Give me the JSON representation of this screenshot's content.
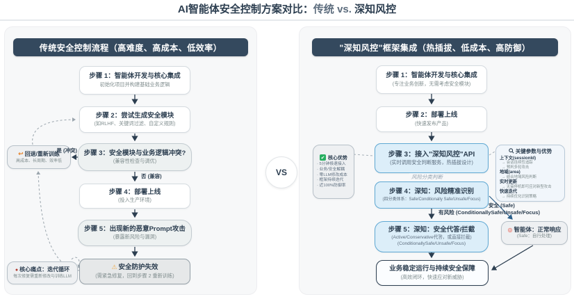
{
  "title": {
    "prefix": "AI智能体安全控制方案对比：",
    "muted": "传统 vs. ",
    "highlight": "深知风控"
  },
  "vs_label": "VS",
  "colors": {
    "navy": "#34495e",
    "blue_fill": "#dceef9",
    "blue_border": "#5fa8d3",
    "green": "#27ae60",
    "warning": "#f0ad4e",
    "red": "#b03a2e"
  },
  "icons": {
    "warning": "⚠",
    "rollback": "↩",
    "pain": "●",
    "agent": "◎",
    "check": "✔",
    "search": "search-magnifier"
  },
  "left": {
    "header": "传统安全控制流程（高难度、高成本、低效率）",
    "steps": [
      {
        "title": "步骤 1：智能体开发与核心集成",
        "subtitle": "初始化项目并构建基础业务逻辑"
      },
      {
        "title": "步骤 2：尝试生成安全模块",
        "subtitle": "(如RLHF、关键词过滤、自定义规则)"
      },
      {
        "title": "步骤 3：安全模块与业务逻辑冲突?",
        "subtitle": "(兼容性检查与调优)"
      },
      {
        "title": "步骤 4：部署上线",
        "subtitle": "(投入生产环境)"
      },
      {
        "title": "步骤 5：出现新的恶意Prompt攻击",
        "subtitle": "(暴露新风险与漏洞)"
      }
    ],
    "fail_box": {
      "title": "安全防护失效",
      "subtitle": "(需紧急修复，回到步骤 2 重新训练)"
    },
    "rollback_box": {
      "title": "回退/重新训练",
      "subtitle": "高成本、长周期、效率低"
    },
    "pain_box": {
      "title": "核心痛点：迭代循环",
      "subtitle": "每次修复需重新修改与训练LLM"
    },
    "edge_labels": {
      "conflict": "是 (冲突)",
      "compatible": "否 (兼容)"
    }
  },
  "right": {
    "header": "\"深知风控\"框架集成（热插拔、低成本、高防御）",
    "steps": [
      {
        "title": "步骤 1：智能体开发与核心集成",
        "subtitle": "(专注业务创新，无需考虑安全模块)"
      },
      {
        "title": "步骤 2：部署上线",
        "subtitle": "(快速发布产品)"
      },
      {
        "title": "步骤 3：接入\"深知风控\"API",
        "subtitle": "(实时调用安全判断服务，热插拔设计)"
      },
      {
        "title": "步骤 4：深知：风险精准识别",
        "subtitle": "(四分类体系：Safe/Conditionally Safe/Unsafe/Focus)"
      },
      {
        "title": "步骤 5：深知：安全代答/拦截",
        "subtitle": "(Active/Conservative代答，或直接拦截)",
        "subtitle2": "(ConditionallySafe/Unsafe/Focus)"
      }
    ],
    "advantage_box": {
      "title": "核心优势",
      "items": [
        "5分钟极速接入",
        "业务/安全解耦",
        "零LLM修改成本",
        "框架持续迭代",
        "近100%防御率"
      ]
    },
    "params_box": {
      "title": "关键参数与优势",
      "sections": [
        {
          "name": "上下文(sessionId)",
          "points": [
            "会话连续性追踪",
            "预判多轮攻击"
          ]
        },
        {
          "name": "地域(area)",
          "points": [
            "结合地域风险判断"
          ]
        },
        {
          "name": "实时更新",
          "points": [
            "无需停机即可应对新型攻击"
          ]
        },
        {
          "name": "快速迭代",
          "points": [
            "持续优化识别策略"
          ]
        }
      ]
    },
    "agent_box": {
      "title": "智能体：正常响应",
      "subtitle": "(Safe：自行处理)"
    },
    "final_box": {
      "title": "业务稳定运行与持续安全保障",
      "subtitle": "(高效闭环，快速应对新威胁)"
    },
    "edge_labels": {
      "branch": "风险分类判断",
      "safe": "安全 (Safe)",
      "risky": "有风险 (ConditionallySafe/Unsafe/Focus)"
    }
  }
}
